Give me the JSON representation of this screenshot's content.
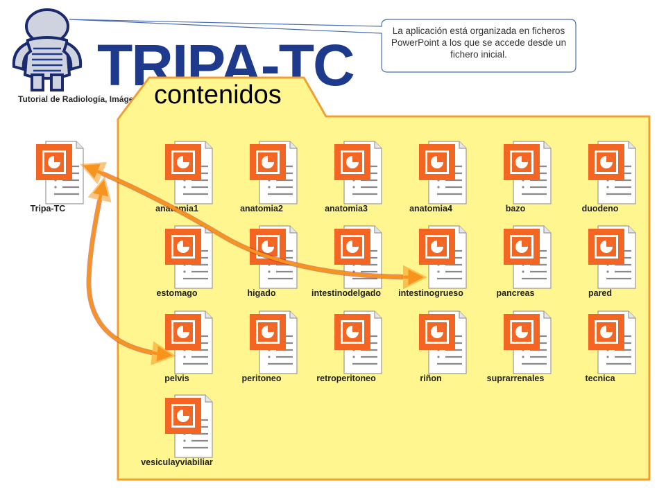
{
  "logo": {
    "title": "TRIPA-TC",
    "subtitle": "Tutorial de Radiología, Imágen"
  },
  "callout": {
    "text": "La aplicación está organizada en ficheros PowerPoint a los que se accede desde un fichero inicial."
  },
  "folder": {
    "title": "contenidos"
  },
  "root_file": {
    "label": "Tripa-TC"
  },
  "files": [
    {
      "label": "anatomia1"
    },
    {
      "label": "anatomia2"
    },
    {
      "label": "anatomia3"
    },
    {
      "label": "anatomia4"
    },
    {
      "label": "bazo"
    },
    {
      "label": "duodeno"
    },
    {
      "label": "estomago"
    },
    {
      "label": "higado"
    },
    {
      "label": "intestinodelgado"
    },
    {
      "label": "intestinogrueso"
    },
    {
      "label": "pancreas"
    },
    {
      "label": "pared"
    },
    {
      "label": "pelvis"
    },
    {
      "label": "peritoneo"
    },
    {
      "label": "retroperitoneo"
    },
    {
      "label": "riñon"
    },
    {
      "label": "suprarrenales"
    },
    {
      "label": "tecnica"
    },
    {
      "label": "vesiculayviabiliar"
    }
  ],
  "icons": {
    "file": "powerpoint-file-icon",
    "mascot": "mascot-figure-icon"
  },
  "colors": {
    "folder_fill": "#fff690",
    "folder_border": "#f0a030",
    "ppt_orange": "#f26522",
    "arrow": "#f7941d",
    "logo_blue": "#1d3a8c"
  }
}
